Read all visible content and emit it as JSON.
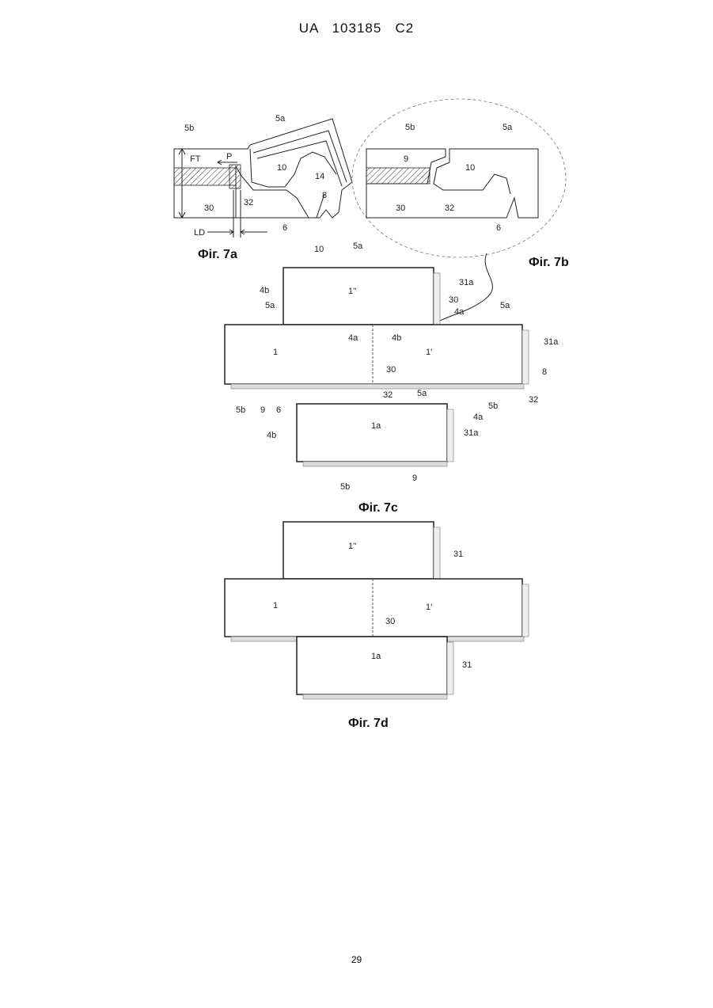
{
  "header": {
    "text": "UA   103185   C2"
  },
  "footer": {
    "page_number": "29"
  },
  "fig7a": {
    "caption": "Фіг. 7a",
    "labels": {
      "5b": "5b",
      "5a": "5a",
      "FT": "FT",
      "P": "P",
      "10": "10",
      "14": "14",
      "8": "8",
      "30": "30",
      "32": "32",
      "6": "6",
      "LD": "LD"
    }
  },
  "fig7b": {
    "caption": "Фіг. 7b",
    "labels": {
      "5b": "5b",
      "5a": "5a",
      "9": "9",
      "10": "10",
      "30": "30",
      "32": "32",
      "6": "6"
    }
  },
  "fig7c": {
    "caption": "Фіг. 7c",
    "labels": {
      "10": "10",
      "5a_top": "5a",
      "4b_top": "4b",
      "panel_top": "1''",
      "31a_top": "31a",
      "30_top": "30",
      "4a_top": "4a",
      "5a_left": "5a",
      "5a_right": "5a",
      "panel_left": "1",
      "4a_mid": "4a",
      "4b_mid": "4b",
      "panel_right": "1'",
      "31a_right": "31a",
      "30_mid": "30",
      "8": "8",
      "32_mid": "32",
      "32_right": "32",
      "5b_left": "5b",
      "9_left": "9",
      "6": "6",
      "5a_bottom": "5a",
      "5b_right": "5b",
      "4a_bottom": "4a",
      "4b_bottom": "4b",
      "panel_bottom": "1a",
      "31a_bottom": "31a",
      "9_bottom": "9",
      "5b_bottom": "5b"
    }
  },
  "fig7d": {
    "caption": "Фіг. 7d",
    "labels": {
      "panel_top": "1''",
      "31_top": "31",
      "panel_left": "1",
      "panel_right": "1'",
      "30": "30",
      "panel_bottom": "1a",
      "31_bottom": "31"
    }
  }
}
